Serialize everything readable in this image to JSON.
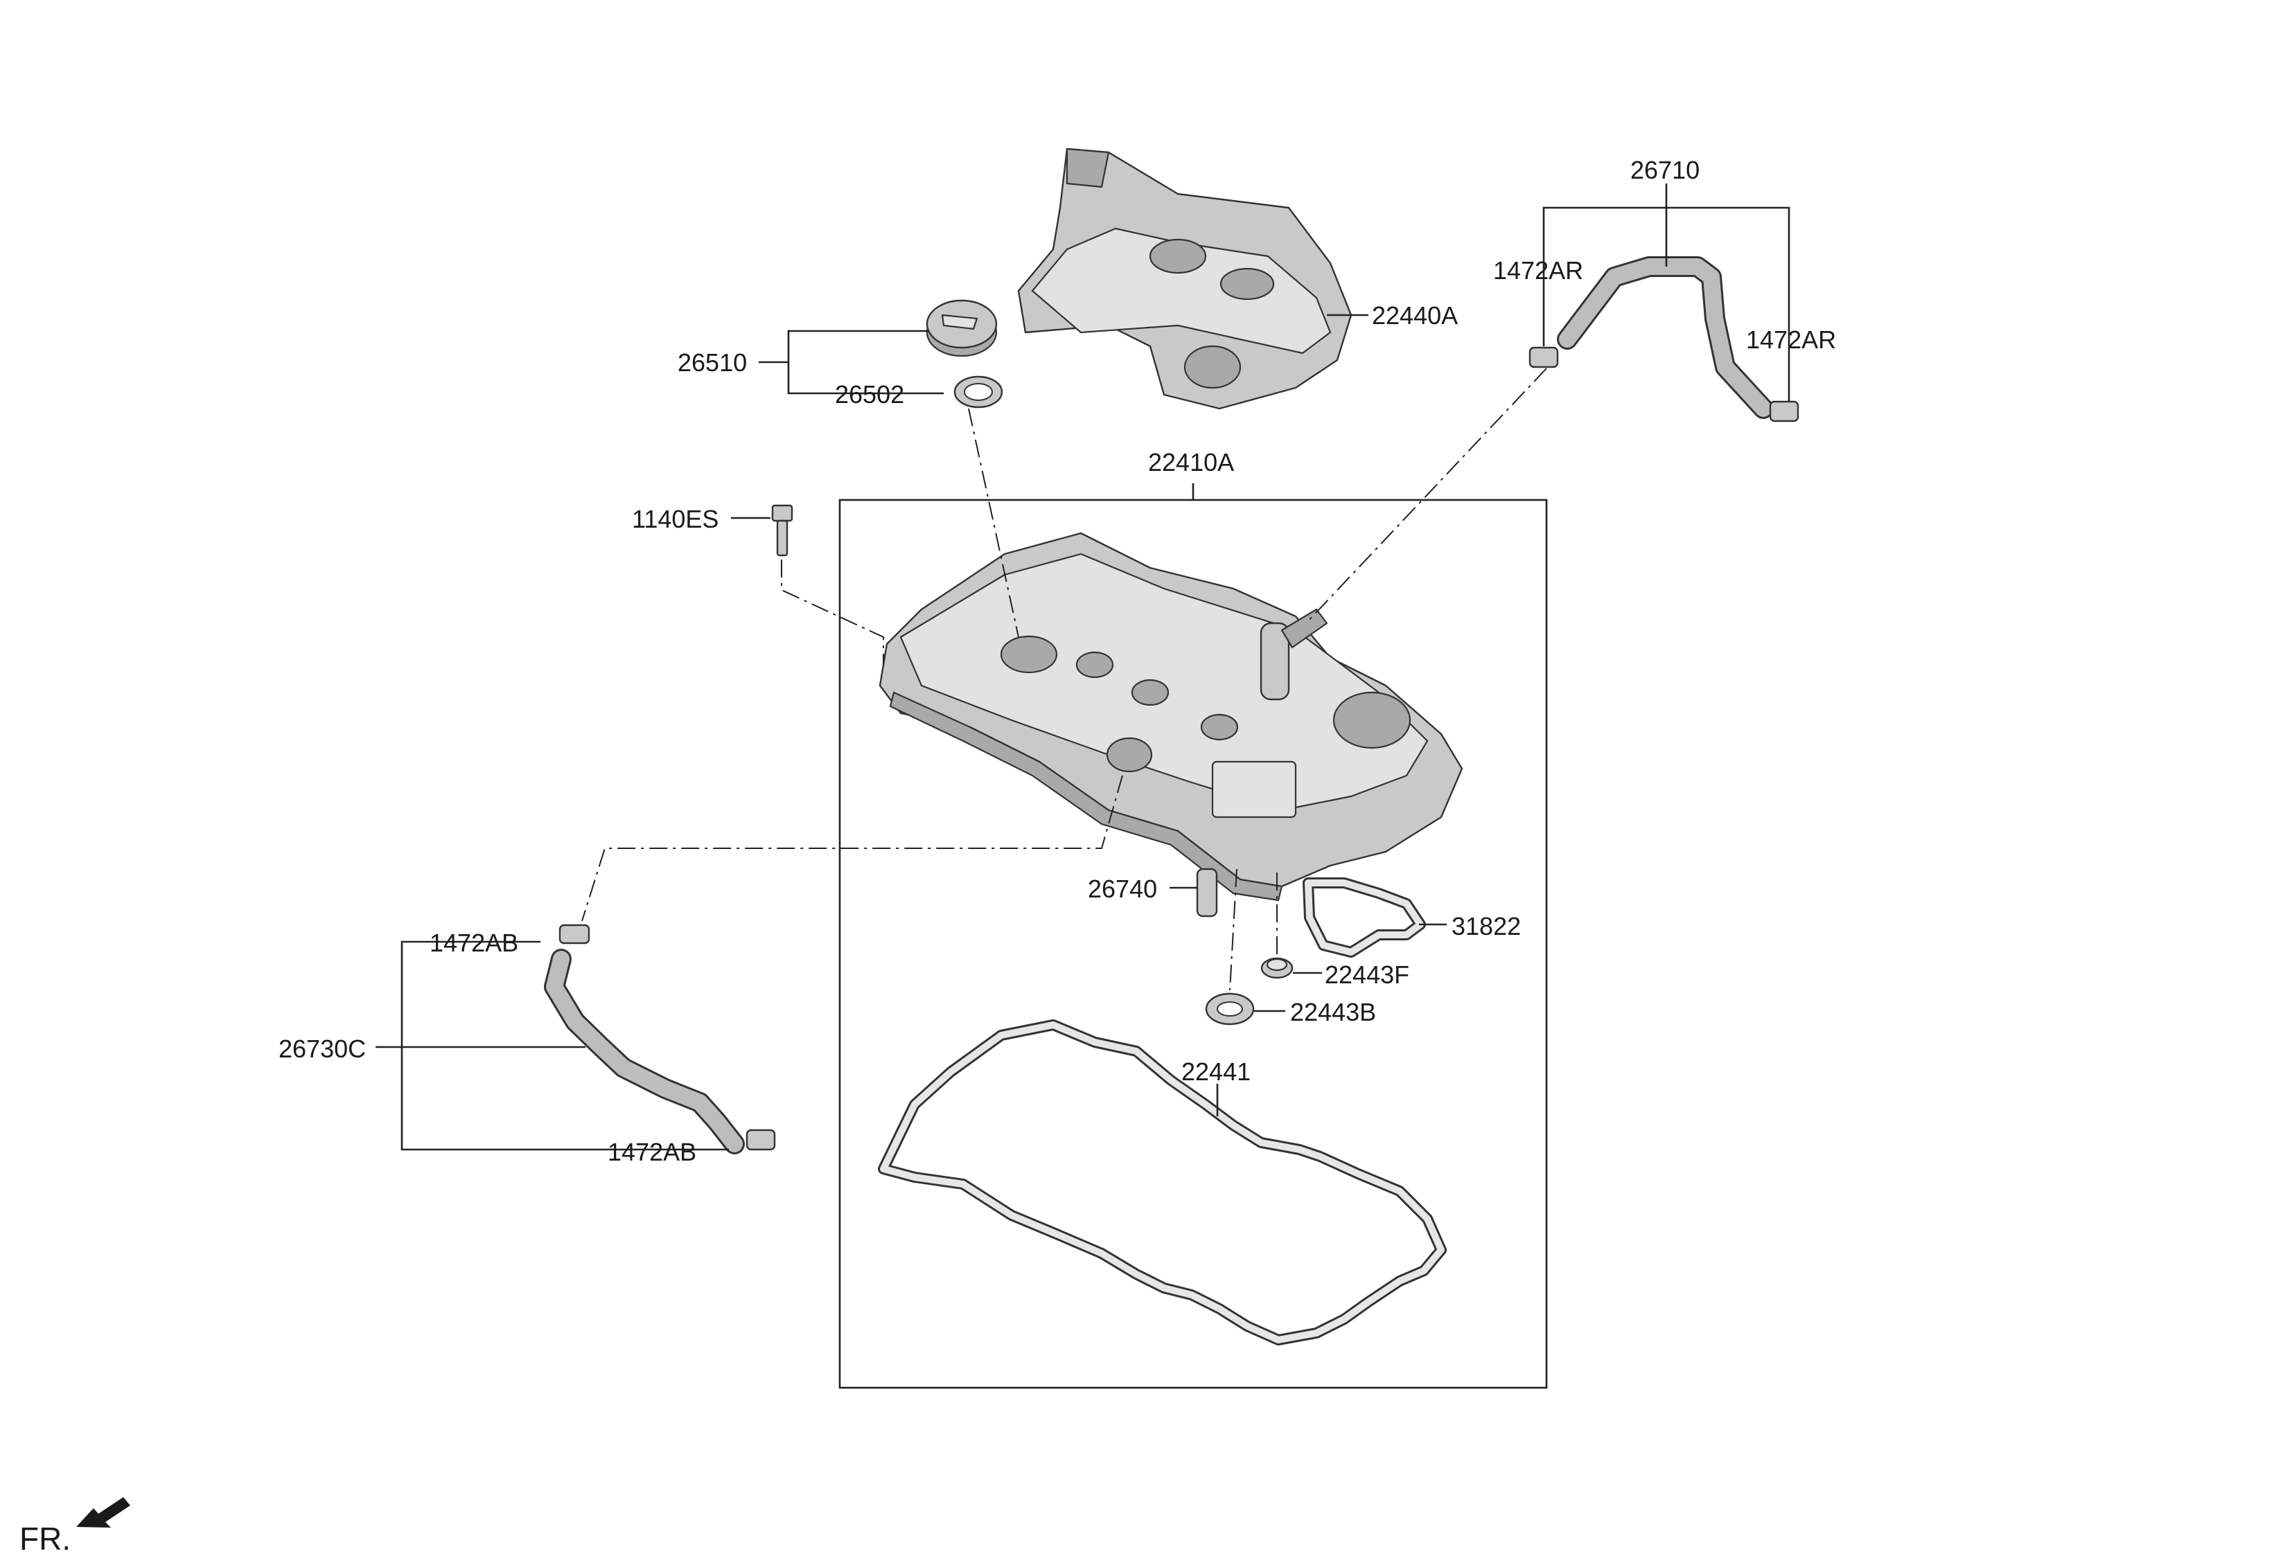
{
  "labels": {
    "p26710": "26710",
    "p1472AR_left": "1472AR",
    "p1472AR_right": "1472AR",
    "p22440A": "22440A",
    "p26510": "26510",
    "p26502": "26502",
    "p22410A": "22410A",
    "p1140ES": "1140ES",
    "p26740": "26740",
    "p31822": "31822",
    "p22443F": "22443F",
    "p22443B": "22443B",
    "p22441": "22441",
    "p1472AB_top": "1472AB",
    "p26730C": "26730C",
    "p1472AB_bottom": "1472AB",
    "front": "FR."
  }
}
